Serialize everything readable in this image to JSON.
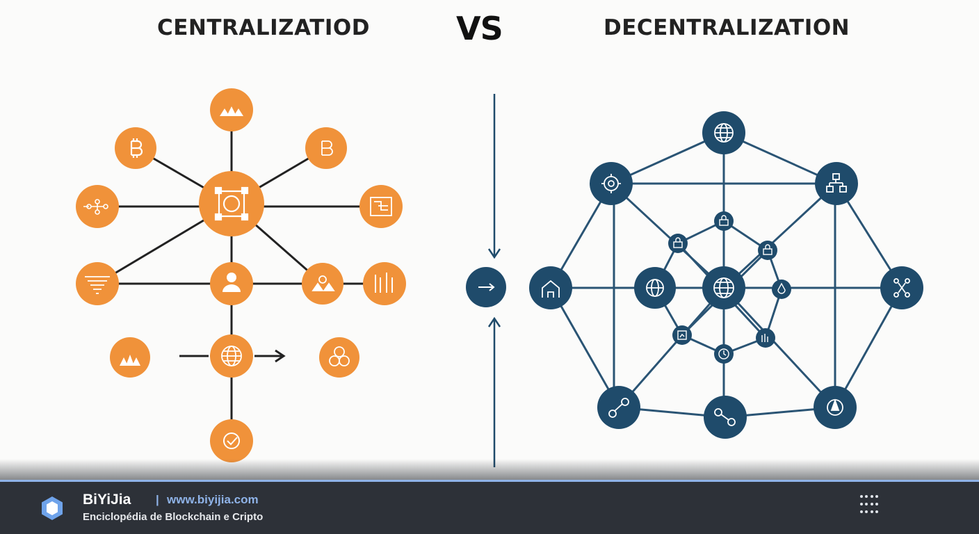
{
  "titles": {
    "left": "CENTRALIZATIOD",
    "vs": "VS",
    "right": "DECENTRALIZATION"
  },
  "colors": {
    "orange": "#f0923a",
    "blue": "#1f4b6b",
    "line_dark": "#222222",
    "line_blue": "#2a5474",
    "footer_bg": "#2d3138",
    "footer_accent": "#8fb3e8"
  },
  "diagram": {
    "centralized_icons": [
      "padlocks-icon",
      "bitcoin-icon",
      "bitcoin-icon",
      "network-icon",
      "hub-square-icon",
      "circuit-icon",
      "filter-icon",
      "user-icon",
      "padlocks-icon",
      "bar-chart-icon",
      "people-icon",
      "globe-icon",
      "circles-icon",
      "check-icon"
    ],
    "decentralized_icons": [
      "globe-icon",
      "gear-icon",
      "hierarchy-icon",
      "home-icon",
      "network-icon",
      "globe-icon",
      "globe-icon",
      "lock-icon",
      "lock-icon",
      "drop-icon",
      "chart-icon",
      "clock-icon",
      "node-link-icon",
      "node-link-icon",
      "compass-icon"
    ],
    "center_arrow": "→"
  },
  "footer": {
    "brand": "BiYiJia",
    "separator": "|",
    "url": "www.biyijia.com",
    "tagline": "Enciclopédia de Blockchain e Cripto"
  }
}
